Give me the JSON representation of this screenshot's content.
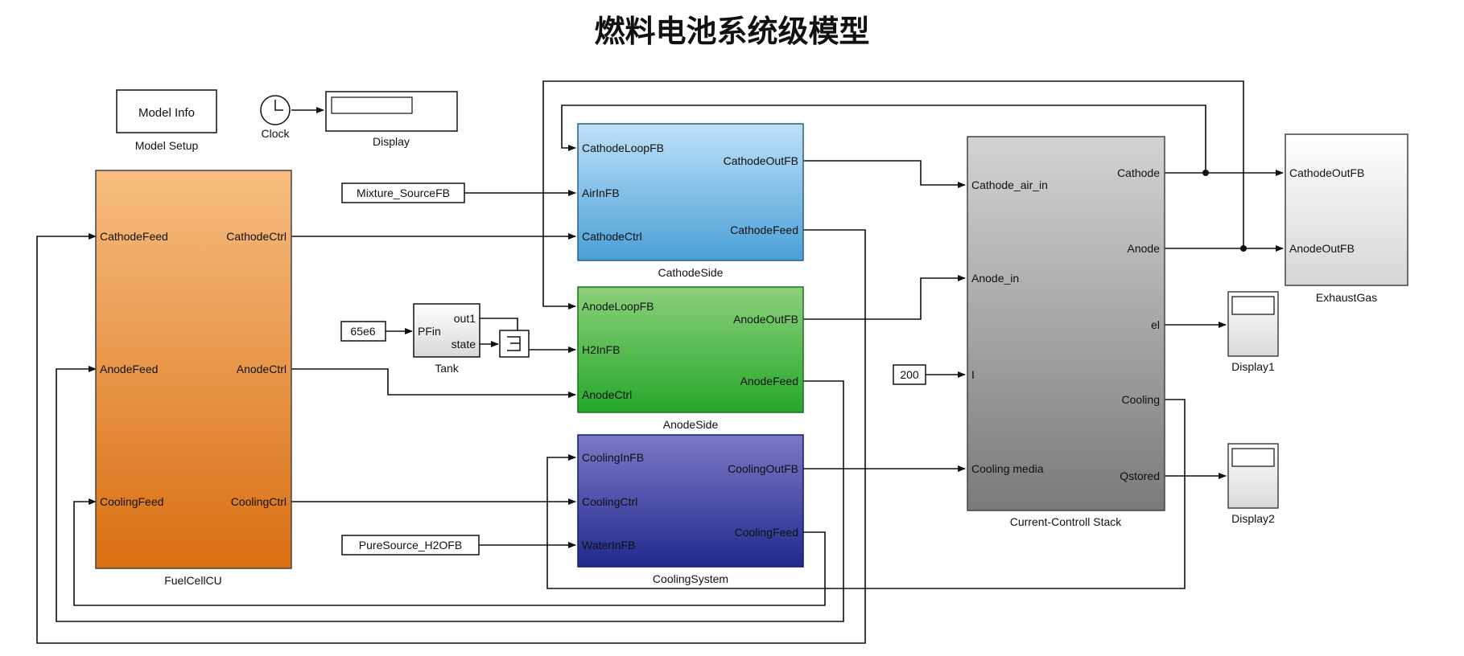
{
  "title": "燃料电池系统级模型",
  "blocks": {
    "model_info": {
      "label": "Model Info",
      "caption": "Model Setup"
    },
    "clock": {
      "caption": "Clock"
    },
    "display": {
      "caption": "Display"
    },
    "fuel_cell_ecu": {
      "caption": "FuelCellCU",
      "inputs": [
        "CathodeFeed",
        "AnodeFeed",
        "CoolingFeed"
      ],
      "outputs": [
        "CathodeCtrl",
        "AnodeCtrl",
        "CoolingCtrl"
      ],
      "color": "#e9852a"
    },
    "mixture_source": {
      "label": "Mixture_SourceFB"
    },
    "const_65e6": {
      "label": "65e6"
    },
    "tank": {
      "caption": "Tank",
      "input": "PFin",
      "outputs": [
        "out1",
        "state"
      ]
    },
    "pure_source": {
      "label": "PureSource_H2OFB"
    },
    "cathode_side": {
      "caption": "CathodeSide",
      "inputs": [
        "CathodeLoopFB",
        "AirInFB",
        "CathodeCtrl"
      ],
      "outputs": [
        "CathodeOutFB",
        "CathodeFeed"
      ],
      "color": "#6fb8ea"
    },
    "anode_side": {
      "caption": "AnodeSide",
      "inputs": [
        "AnodeLoopFB",
        "H2InFB",
        "AnodeCtrl"
      ],
      "outputs": [
        "AnodeOutFB",
        "AnodeFeed"
      ],
      "color": "#3fb445"
    },
    "cooling_system": {
      "caption": "CoolingSystem",
      "inputs": [
        "CoolingInFB",
        "CoolingCtrl",
        "WaterInFB"
      ],
      "outputs": [
        "CoolingOutFB",
        "CoolingFeed"
      ],
      "color": "#3f3fa8"
    },
    "const_200": {
      "label": "200"
    },
    "stack": {
      "caption": "Current-Controll Stack",
      "inputs": [
        "Cathode_air_in",
        "Anode_in",
        "I",
        "Cooling media"
      ],
      "outputs": [
        "Cathode",
        "Anode",
        "el",
        "Cooling",
        "Qstored"
      ]
    },
    "exhaust_gas": {
      "caption": "ExhaustGas",
      "inputs": [
        "CathodeOutFB",
        "AnodeOutFB"
      ]
    },
    "display1": {
      "caption": "Display1"
    },
    "display2": {
      "caption": "Display2"
    }
  }
}
